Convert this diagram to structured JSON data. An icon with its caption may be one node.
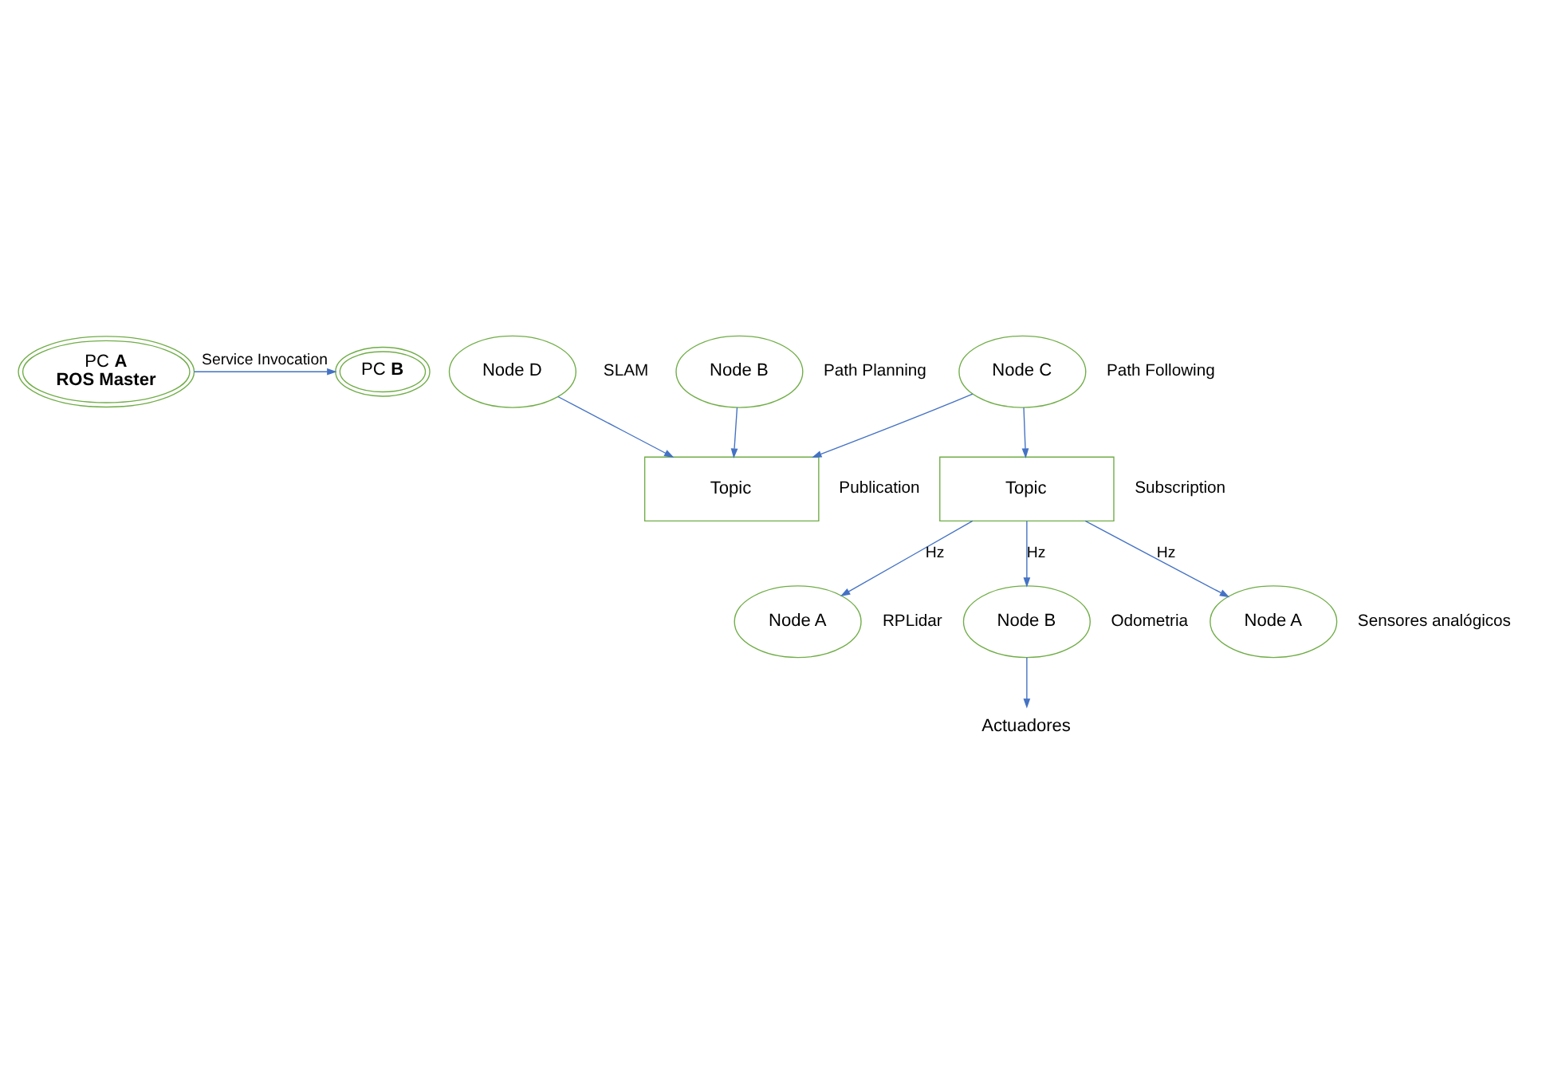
{
  "diagram": {
    "nodes": [
      {
        "text": [
          "PC **A**",
          "**ROS Master**"
        ]
      },
      {
        "text": [
          "PC **B**"
        ]
      },
      {
        "text": [
          "Node D"
        ],
        "beside": [
          "SLAM"
        ]
      },
      {
        "text": [
          "Topic"
        ]
      },
      {
        "text": [
          "Node B"
        ],
        "beside": [
          "Path Planning"
        ]
      },
      {
        "text": [
          "Node C"
        ],
        "beside": [
          "Path Following"
        ]
      },
      {
        "text": [
          "Topic"
        ],
        "beside": [
          "Publication",
          "Subscription"
        ]
      },
      {
        "text": [
          "Node A"
        ],
        "beside": [
          "RPLidar"
        ]
      },
      {
        "text": [
          "Node B"
        ],
        "beside": [
          "Odometria"
        ]
      },
      {
        "text": [
          "Actuadores"
        ]
      },
      {
        "text": [
          "Node A"
        ],
        "beside": [
          "Sensores analógicos"
        ]
      }
    ],
    "edges": [
      {
        "from": 0,
        "to": 1,
        "arrow": "to",
        "label": "Service Invocation"
      },
      {
        "from": 2,
        "to": 3,
        "arrow": "to"
      },
      {
        "from": 4,
        "to": 3,
        "arrow": "to"
      },
      {
        "from": 5,
        "to": 3,
        "arrow": "to"
      },
      {
        "from": 5,
        "to": 6,
        "arrow": "to"
      },
      {
        "from": 6,
        "to": 7,
        "arrow": "to",
        "label": "Hz"
      },
      {
        "from": 6,
        "to": 8,
        "arrow": "to",
        "label": "Hz"
      },
      {
        "from": 6,
        "to": 10,
        "arrow": "to",
        "label": "Hz"
      },
      {
        "from": 8,
        "to": 9,
        "arrow": "to"
      }
    ]
  }
}
